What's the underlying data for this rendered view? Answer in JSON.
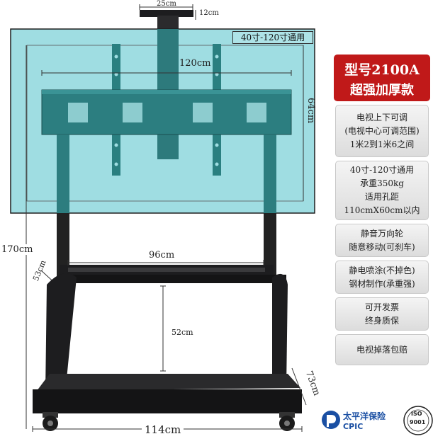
{
  "dimensions": {
    "top_bar_width": "25cm",
    "top_bar_height": "12cm",
    "screen_range": "40寸-120寸通用",
    "bracket_width": "120cm",
    "bracket_height": "64cm",
    "total_height": "170cm",
    "tray_width": "96cm",
    "tray_depth": "53cm",
    "shelf_gap": "52cm",
    "base_depth": "73cm",
    "base_width": "114cm"
  },
  "product": {
    "model": "型号2100A",
    "subtitle": "超强加厚款"
  },
  "features": [
    {
      "lines": [
        "电视上下可调",
        "(电视中心可调范围)",
        "1米2到1米6之间"
      ]
    },
    {
      "lines": [
        "40寸-120寸通用",
        "承重350kg",
        "适用孔距",
        "110cmX60cm以内"
      ]
    },
    {
      "lines": [
        "静音万向轮",
        "随意移动(可刹车)"
      ]
    },
    {
      "lines": [
        "静电喷涂(不掉色)",
        "钢材制作(承重强)"
      ]
    },
    {
      "lines": [
        "可开发票",
        "终身质保"
      ]
    },
    {
      "lines": [
        "电视掉落包赔"
      ]
    }
  ],
  "brand": {
    "name_cn": "太平洋保险",
    "name_en": "CPIC",
    "iso_line1": "ISO",
    "iso_line2": "9001"
  },
  "colors": {
    "screen": "#9fdde2",
    "steel": "#1d1d1f",
    "accent_red": "#c01919",
    "brand_blue": "#1a4fa3"
  }
}
